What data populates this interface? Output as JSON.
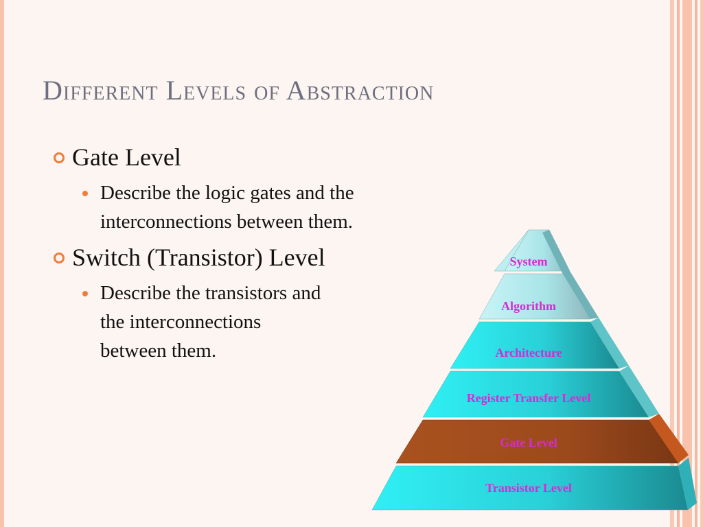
{
  "slide": {
    "title": "Different Levels of Abstraction",
    "bullets": [
      {
        "text": "Gate Level",
        "sub": [
          {
            "lines": [
              "Describe the logic gates and the",
              "interconnections between them."
            ]
          }
        ]
      },
      {
        "text": "Switch (Transistor) Level",
        "sub": [
          {
            "lines": [
              "Describe the transistors and",
              "the interconnections",
              "between them."
            ]
          }
        ]
      }
    ]
  },
  "pyramid": {
    "levels": [
      "System",
      "Algorithm",
      "Architecture",
      "Register Transfer Level",
      "Gate Level",
      "Transistor Level"
    ],
    "highlighted_level": "Gate Level"
  },
  "colors": {
    "accent": "#f07c3c",
    "title": "#6e6e7e",
    "pyramid_label": "#d62ad6",
    "highlight": "#9c4a1c"
  }
}
